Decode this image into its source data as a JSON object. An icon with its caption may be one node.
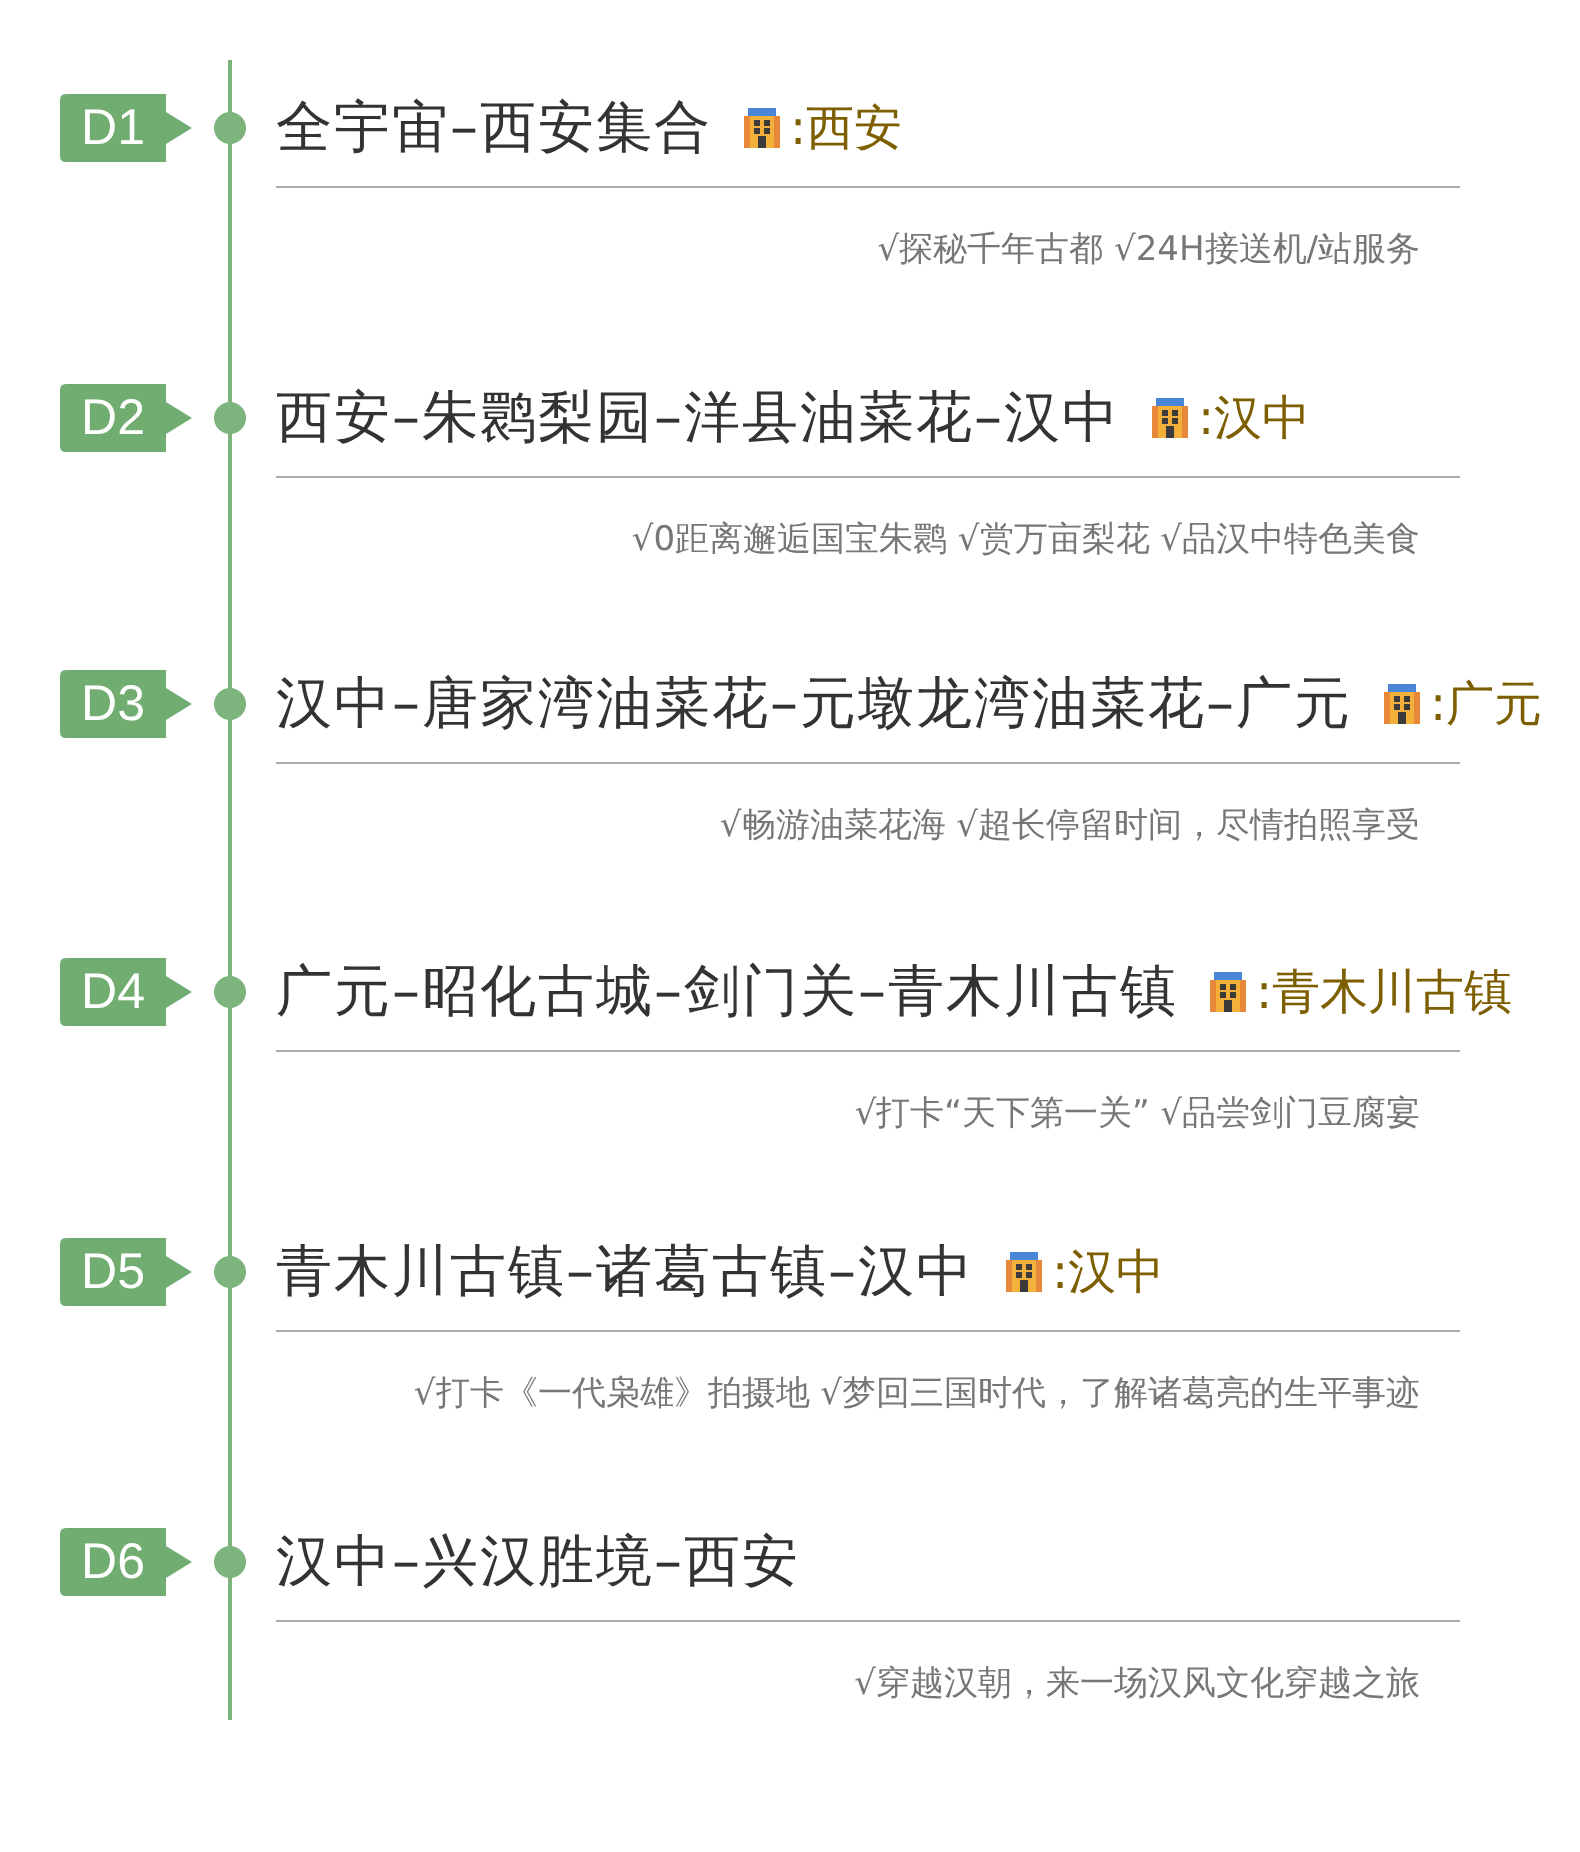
{
  "diagram": {
    "nodes": [
      {
        "text": [
          "D1"
        ],
        "beside": [
          "全宇宙–西安集合",
          ":西安",
          "√探秘千年古都 √24H接送机/站服务"
        ]
      },
      {
        "text": [
          "D2"
        ],
        "beside": [
          "西安–朱鹮梨园–洋县油菜花–汉中",
          ":汉中",
          "√0距离邂逅国宝朱鹮 √赏万亩梨花 √品汉中特色美食"
        ]
      },
      {
        "text": [
          "D3"
        ],
        "beside": [
          "汉中–唐家湾油菜花–元墩龙湾油菜花–广元",
          ":广元",
          "√畅游油菜花海 √超长停留时间，尽情拍照享受"
        ]
      },
      {
        "text": [
          "D4"
        ],
        "beside": [
          "广元–昭化古城–剑门关–青木川古镇",
          ":青木川古镇",
          "√打卡“天下第一关” √品尝剑门豆腐宴"
        ]
      },
      {
        "text": [
          "D5"
        ],
        "beside": [
          "青木川古镇–诸葛古镇–汉中",
          ":汉中",
          "√打卡《一代枭雄》拍摄地 √梦回三国时代，了解诸葛亮的生平事迹"
        ]
      },
      {
        "text": [
          "D6"
        ],
        "beside": [
          "汉中–兴汉胜境–西安",
          "√穿越汉朝，来一场汉风文化穿越之旅"
        ]
      }
    ]
  }
}
